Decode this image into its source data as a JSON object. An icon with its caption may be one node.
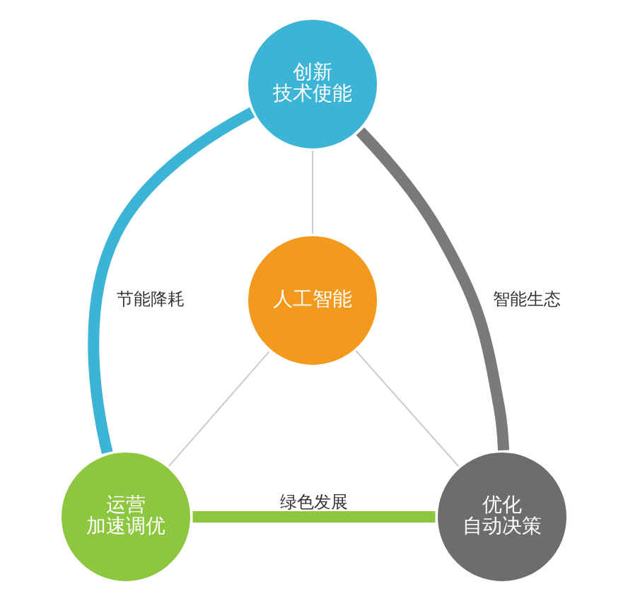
{
  "diagram": {
    "nodes": [
      {
        "text": [
          "人工智能"
        ]
      },
      {
        "text": [
          "创新",
          "技术使能"
        ]
      },
      {
        "text": [
          "运营",
          "加速调优"
        ]
      },
      {
        "text": [
          "优化",
          "自动决策"
        ]
      }
    ],
    "edges": [
      {
        "from": 0,
        "to": 1,
        "arrow": "none"
      },
      {
        "from": 0,
        "to": 2,
        "arrow": "none"
      },
      {
        "from": 0,
        "to": 3,
        "arrow": "none"
      },
      {
        "from": 1,
        "to": 2,
        "arrow": "none",
        "label": "节能降耗",
        "style": "thick",
        "color": "#3cb4d6"
      },
      {
        "from": 2,
        "to": 3,
        "arrow": "none",
        "label": "绿色发展",
        "style": "thick",
        "color": "#8dc63f"
      },
      {
        "from": 3,
        "to": 1,
        "arrow": "none",
        "label": "智能生态",
        "style": "thick",
        "color": "#7a7a7a"
      }
    ]
  }
}
